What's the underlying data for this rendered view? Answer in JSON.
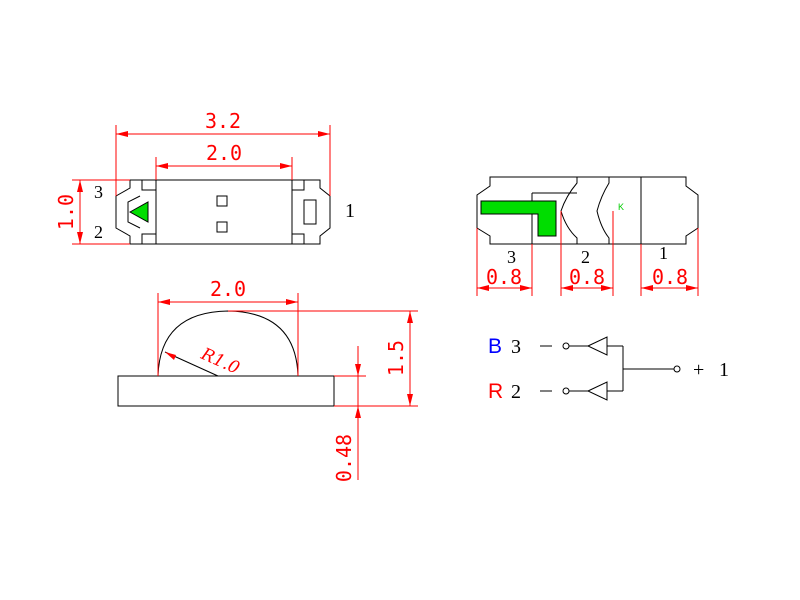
{
  "colors": {
    "line": "#000000",
    "dimension": "#ff0000",
    "led_marker": "#00dd00",
    "label_b": "#0000ff",
    "label_r": "#ff0000"
  },
  "top_view": {
    "dim_length": "3.2",
    "dim_lens_width": "2.0",
    "dim_height": "1.0",
    "pin_3": "3",
    "pin_2": "2",
    "pin_1": "1"
  },
  "side_view": {
    "dim_lens_width": "2.0",
    "dim_radius": "R1.0",
    "dim_total_height": "1.5",
    "dim_base_thickness": "0.48"
  },
  "bottom_view": {
    "cathode_mark": "K",
    "pin_3": "3",
    "pin_2": "2",
    "pin_1": "1",
    "pad_3_width": "0.8",
    "pad_2_width": "0.8",
    "pad_1_width": "0.8"
  },
  "schematic": {
    "label_b": "B",
    "label_b_pin": "3",
    "label_r": "R",
    "label_r_pin": "2",
    "common_sign": "+",
    "common_pin": "1"
  }
}
